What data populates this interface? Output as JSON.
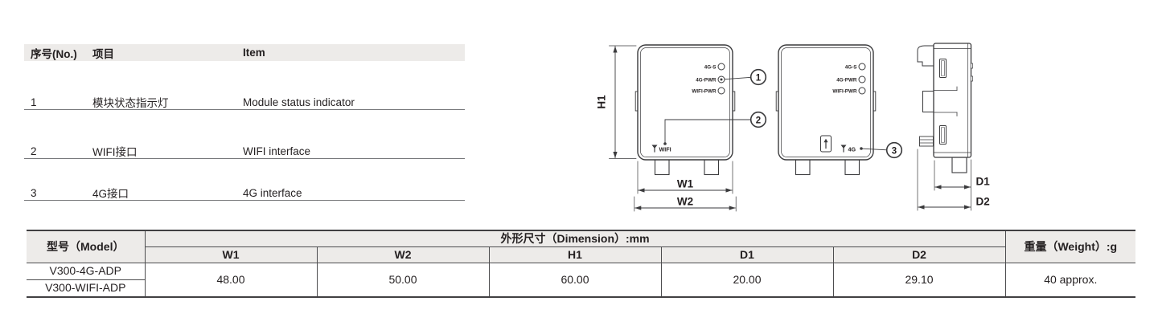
{
  "colors": {
    "line": "#3a3a3c",
    "table_border": "#4d4d4f",
    "header_bg": "#edebe9",
    "text": "#231f20"
  },
  "item_table": {
    "headers": {
      "no": "序号(No.)",
      "item_cn": "项目",
      "item_en": "Item"
    },
    "rows": [
      {
        "no": "1",
        "cn": "模块状态指示灯",
        "en": "Module status indicator"
      },
      {
        "no": "2",
        "cn": "WIFI接口",
        "en": "WIFI interface"
      },
      {
        "no": "3",
        "cn": "4G接口",
        "en": "4G interface"
      }
    ]
  },
  "drawings": {
    "leds": [
      "4G-S",
      "4G-PWR",
      "WIFI-PWR"
    ],
    "callouts": [
      "1",
      "2",
      "3"
    ],
    "front_wifi": {
      "antenna_label": "WIFI"
    },
    "front_4g": {
      "antenna_label": "4G"
    },
    "dim_labels": {
      "h1": "H1",
      "w1": "W1",
      "w2": "W2",
      "d1": "D1",
      "d2": "D2"
    }
  },
  "dimension_table": {
    "model_header": "型号（Model）",
    "dimension_header": "外形尺寸（Dimension）:mm",
    "weight_header": "重量（Weight）:g",
    "dim_columns": [
      "W1",
      "W2",
      "H1",
      "D1",
      "D2"
    ],
    "models": [
      "V300-4G-ADP",
      "V300-WIFI-ADP"
    ],
    "values": [
      "48.00",
      "50.00",
      "60.00",
      "20.00",
      "29.10"
    ],
    "weight": "40 approx."
  }
}
